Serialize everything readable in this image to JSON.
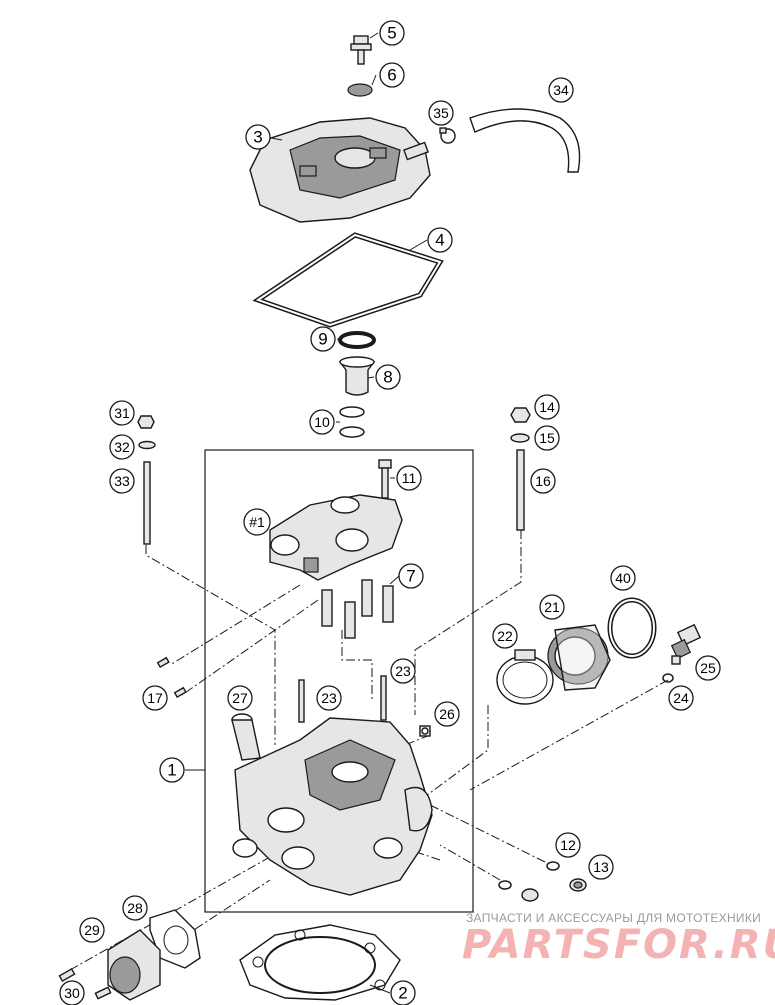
{
  "callouts": {
    "c1": "1",
    "c2": "2",
    "c3": "3",
    "c4": "4",
    "c5": "5",
    "c6": "6",
    "c7": "7",
    "c8": "8",
    "c9": "9",
    "c10": "10",
    "c11": "11",
    "c12": "12",
    "c13": "13",
    "c14": "14",
    "c15": "15",
    "c16": "16",
    "c17": "17",
    "c21": "21",
    "c22": "22",
    "c23a": "23",
    "c23b": "23",
    "c24": "24",
    "c25": "25",
    "c26": "26",
    "c27": "27",
    "c28": "28",
    "c29": "29",
    "c30": "30",
    "c31": "31",
    "c32": "32",
    "c33": "33",
    "c34": "34",
    "c35": "35",
    "c40": "40",
    "chash1": "#1"
  },
  "watermark": {
    "tagline": "ЗАПЧАСТИ И АКСЕССУАРЫ ДЛЯ МОТОТЕХНИКИ",
    "logo": "PARTSFOR.RU"
  }
}
